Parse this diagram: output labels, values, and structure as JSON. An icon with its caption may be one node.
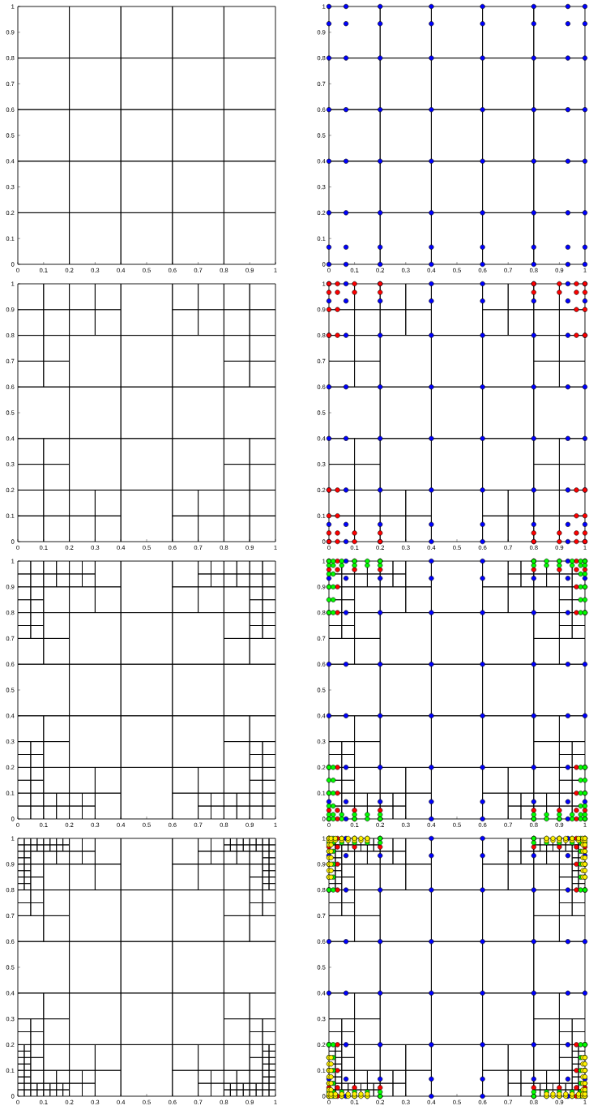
{
  "diagram": {
    "labels": [
      "1",
      "0.9",
      "0.8",
      "0.7",
      "0.6",
      "0.5",
      "0.4",
      "0.3",
      "0.2",
      "0.1",
      "0",
      "0",
      "0.1",
      "0.2",
      "0.3",
      "0.4",
      "0.5",
      "0.6",
      "0.7",
      "0.8",
      "0.9",
      "1",
      "1",
      "0.9",
      "0.8",
      "0.7",
      "0.6",
      "0.5",
      "0.4",
      "0.3",
      "0.2",
      "0.1",
      "0",
      "0",
      "0.1",
      "0.2",
      "0.3",
      "0.4",
      "0.5",
      "0.6",
      "0.7",
      "0.8",
      "0.9",
      "1",
      "1",
      "0.9",
      "0.8",
      "0.7",
      "0.6",
      "0.5",
      "0.4",
      "0.3",
      "0.2",
      "0.1",
      "0",
      "0",
      "0.1",
      "0.2",
      "0.3",
      "0.4",
      "0.5",
      "0.6",
      "0.7",
      "0.8",
      "0.9",
      "1",
      "1",
      "0.9",
      "0.8",
      "0.7",
      "0.6",
      "0.5",
      "0.4",
      "0.3",
      "0.2",
      "0.1",
      "0",
      "0",
      "0.1",
      "0.2",
      "0.3",
      "0.4",
      "0.5",
      "0.6",
      "0.7",
      "0.8",
      "0.9",
      "1",
      "1",
      "0.9",
      "0.8",
      "0.7",
      "0.6",
      "0.5",
      "0.4",
      "0.3",
      "0.2",
      "0.1",
      "0",
      "0",
      "0.1",
      "0.2",
      "0.3",
      "0.4",
      "0.5",
      "0.6",
      "0.7",
      "0.8",
      "0.9",
      "1",
      "1",
      "0.9",
      "0.8",
      "0.7",
      "0.6",
      "0.5",
      "0.4",
      "0.3",
      "0.2",
      "0.1",
      "0",
      "0",
      "0.1",
      "0.2",
      "0.3",
      "0.4",
      "0.5",
      "0.6",
      "0.7",
      "0.8",
      "0.9",
      "1",
      "1",
      "0.9",
      "0.8",
      "0.7",
      "0.6",
      "0.5",
      "0.4",
      "0.3",
      "0.2",
      "0.1",
      "0",
      "0",
      "0.1",
      "0.2",
      "0.3",
      "0.4",
      "0.5",
      "0.6",
      "0.7",
      "0.8",
      "0.9",
      "1",
      "1",
      "0.9",
      "0.8",
      "0.7",
      "0.6",
      "0.5",
      "0.4",
      "0.3",
      "0.2",
      "0.1",
      "0",
      "0",
      "0.1",
      "0.2",
      "0.3",
      "0.4",
      "0.5",
      "0.6",
      "0.7",
      "0.8",
      "0.9",
      "1"
    ]
  }
}
